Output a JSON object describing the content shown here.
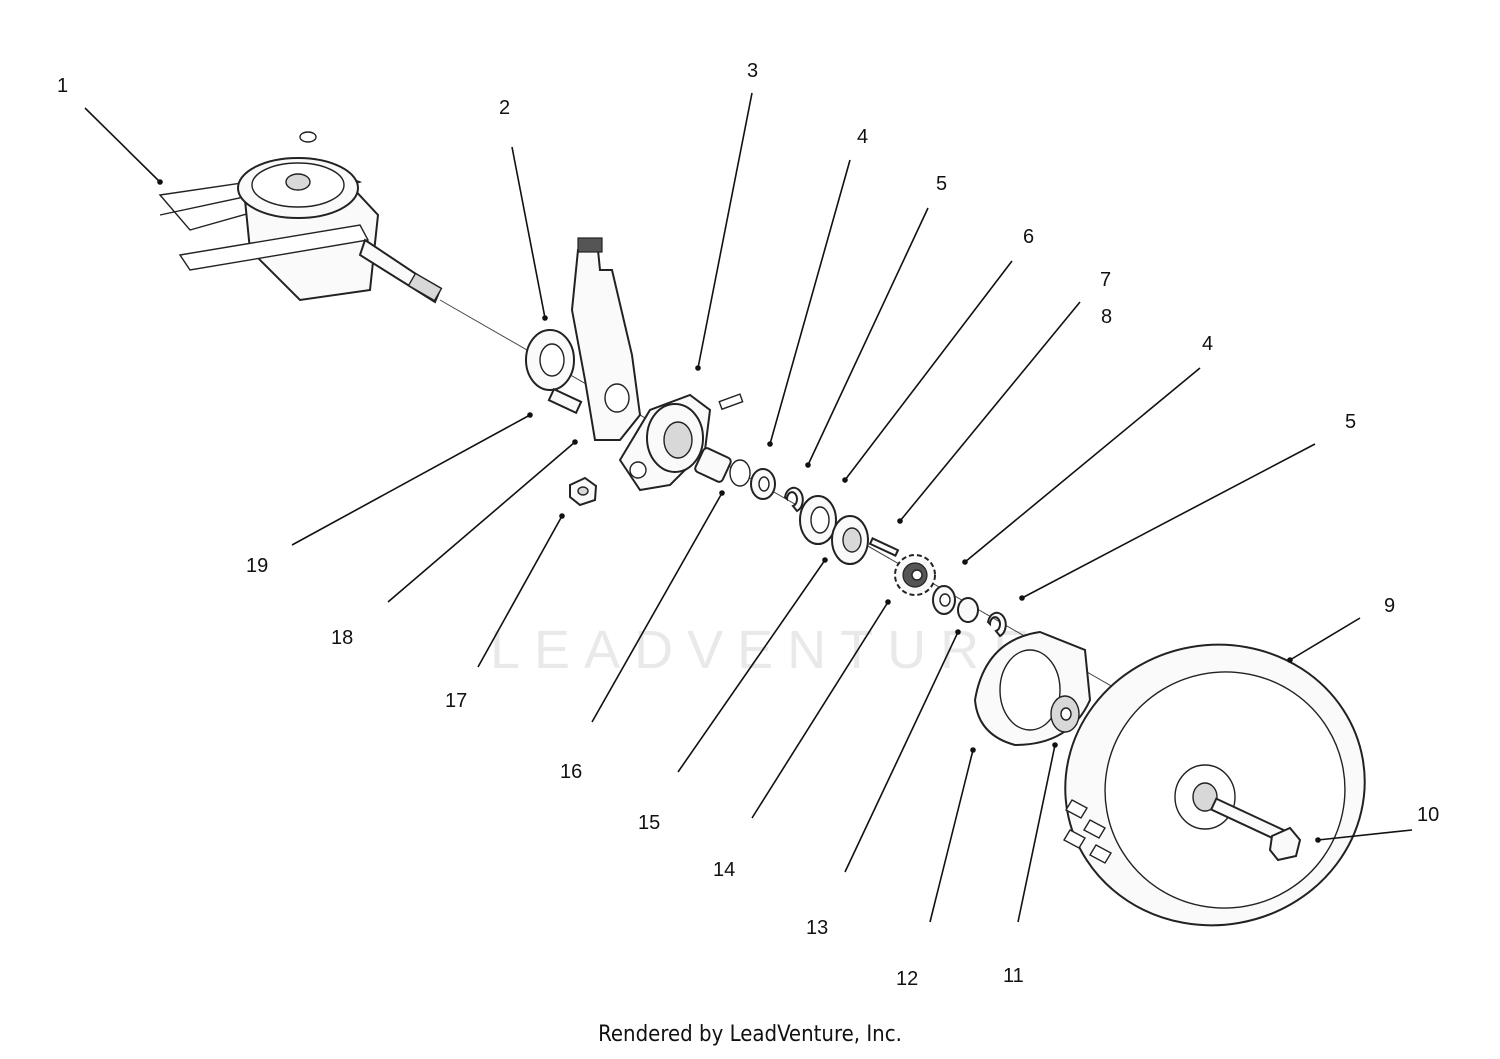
{
  "watermark": "LEADVENTURE",
  "footer": "Rendered by LeadVenture, Inc.",
  "callouts": [
    {
      "id": "c1",
      "label": "1"
    },
    {
      "id": "c2",
      "label": "2"
    },
    {
      "id": "c3",
      "label": "3"
    },
    {
      "id": "c4a",
      "label": "4"
    },
    {
      "id": "c5a",
      "label": "5"
    },
    {
      "id": "c6",
      "label": "6"
    },
    {
      "id": "c7",
      "label": "7"
    },
    {
      "id": "c8",
      "label": "8"
    },
    {
      "id": "c4b",
      "label": "4"
    },
    {
      "id": "c5b",
      "label": "5"
    },
    {
      "id": "c9",
      "label": "9"
    },
    {
      "id": "c10",
      "label": "10"
    },
    {
      "id": "c11",
      "label": "11"
    },
    {
      "id": "c12",
      "label": "12"
    },
    {
      "id": "c13",
      "label": "13"
    },
    {
      "id": "c14",
      "label": "14"
    },
    {
      "id": "c15",
      "label": "15"
    },
    {
      "id": "c16",
      "label": "16"
    },
    {
      "id": "c17",
      "label": "17"
    },
    {
      "id": "c18",
      "label": "18"
    },
    {
      "id": "c19",
      "label": "19"
    }
  ]
}
